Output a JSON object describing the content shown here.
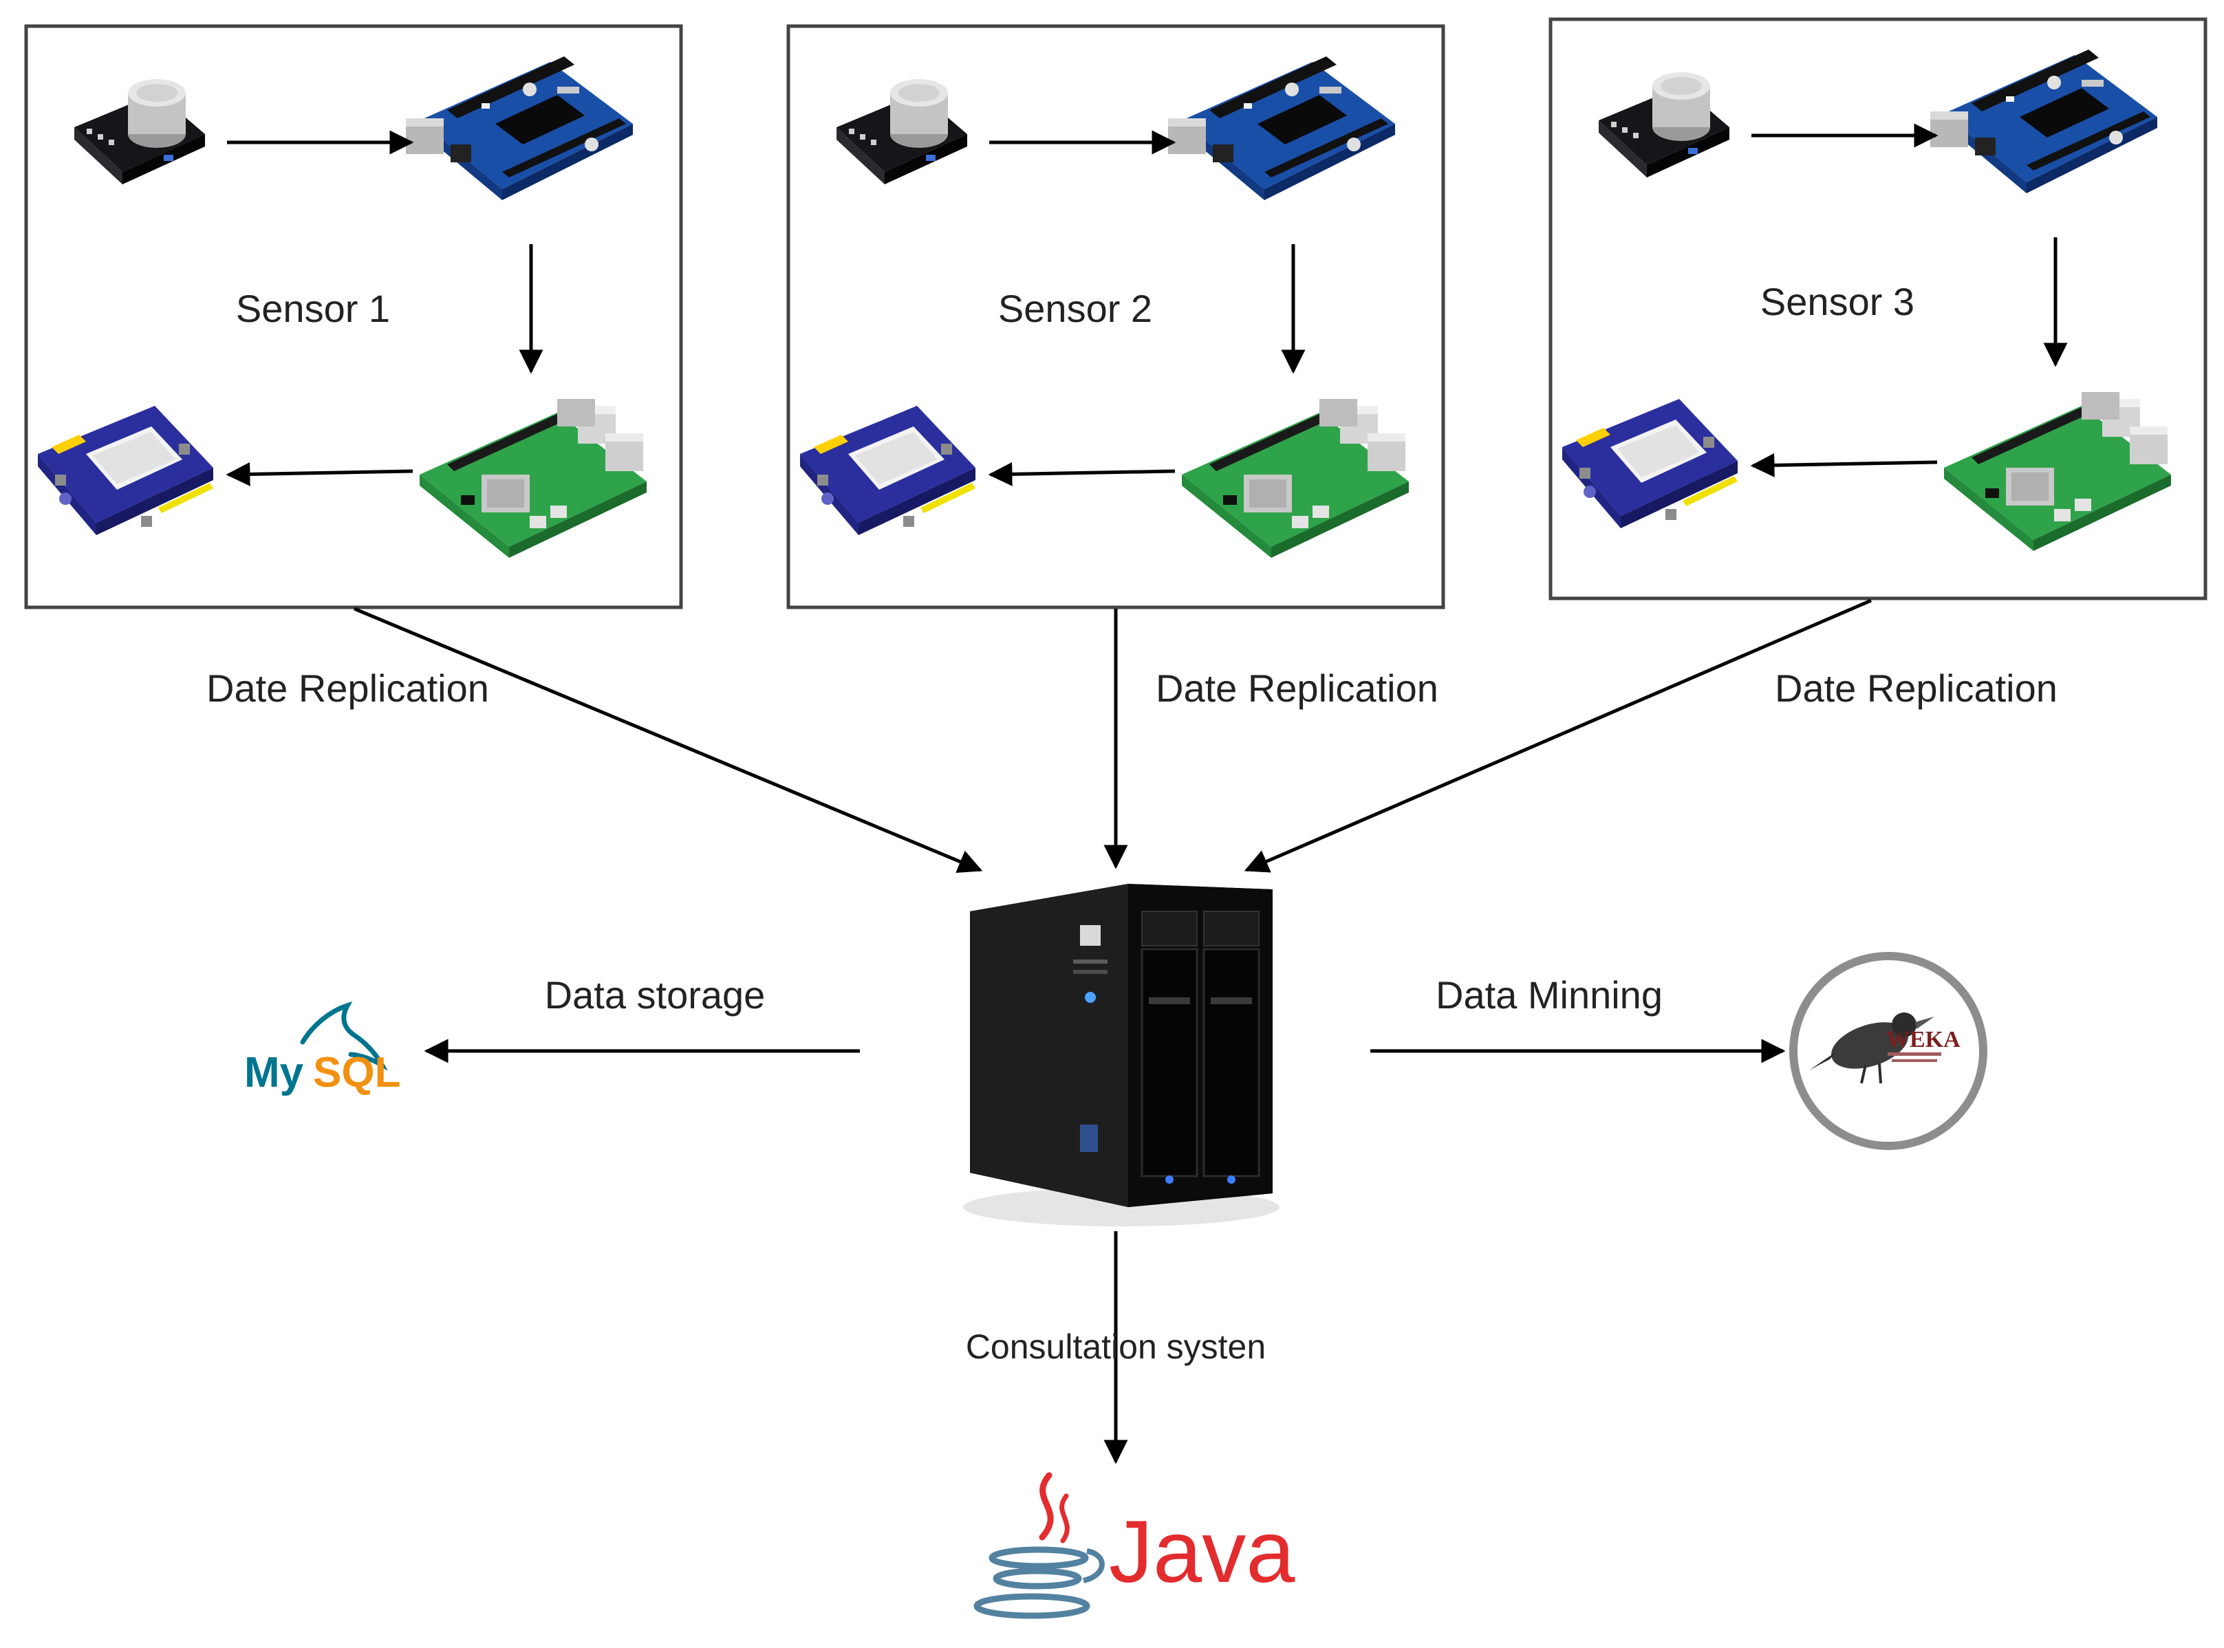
{
  "clusters": [
    {
      "label": "Sensor 1",
      "edge_label": "Date Replication"
    },
    {
      "label": "Sensor 2",
      "edge_label": "Date Replication"
    },
    {
      "label": "Sensor 3",
      "edge_label": "Date Replication"
    }
  ],
  "server_edges": {
    "storage_label": "Data storage",
    "mining_label": "Data Minning",
    "consultation_label": "Consultation systen"
  },
  "logos": {
    "mysql": {
      "text_my": "My",
      "text_sql": "SQL",
      "my_color": "#00758f",
      "sql_color": "#f29111"
    },
    "weka": {
      "text": "WEKA"
    },
    "java": {
      "text": "Java",
      "color": "#e32c2e",
      "cup_color": "#5382a1"
    }
  },
  "icons": {
    "gas_sensor": "gas-sensor-module-icon",
    "arduino": "arduino-board-icon",
    "raspberry_pi": "raspberry-pi-board-icon",
    "transceiver": "lora-transceiver-board-icon",
    "server": "nas-server-icon"
  }
}
